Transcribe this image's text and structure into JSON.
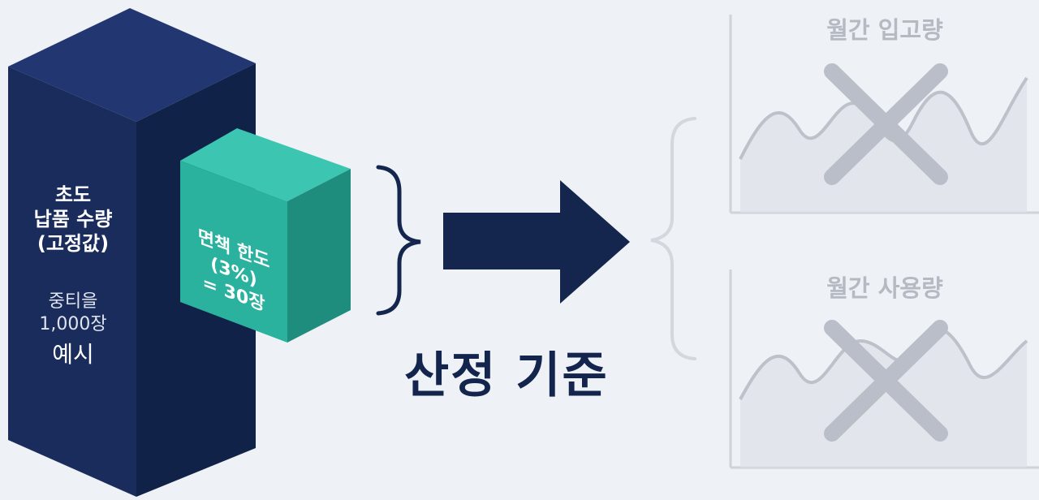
{
  "tall_block": {
    "title_line1": "초도",
    "title_line2": "납품 수량",
    "title_line3": "(고정값)",
    "note_line1": "중티을",
    "note_line2": "1,000장",
    "note_line3": "예시"
  },
  "small_block": {
    "line1": "면책 한도",
    "line2": "(3%)",
    "line3": "= 30장"
  },
  "criteria_label": "산정 기준",
  "charts": [
    {
      "title": "월간 입고량",
      "rejected": true
    },
    {
      "title": "월간 사용량",
      "rejected": true
    }
  ],
  "colors": {
    "navy": "#1a2c5c",
    "navy_dark": "#112248",
    "navy_light": "#223772",
    "teal": "#2bb29f",
    "teal_top": "#3cc6b2",
    "teal_side": "#1f8d7e",
    "faded": "#c4c9d1"
  }
}
